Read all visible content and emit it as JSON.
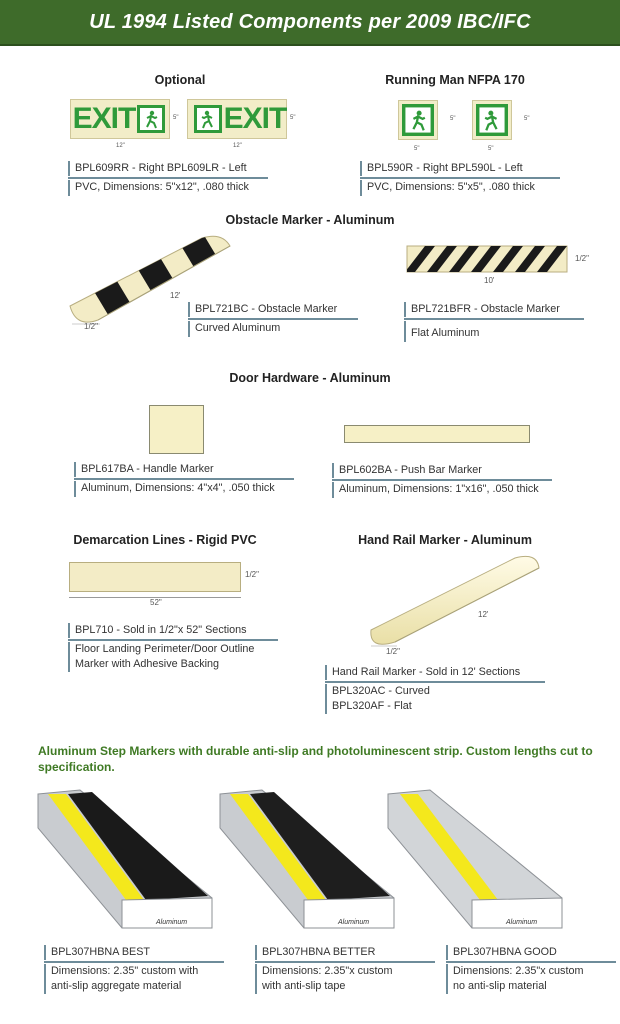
{
  "banner": {
    "title": "UL 1994 Listed Components per 2009 IBC/IFC"
  },
  "sections": {
    "optional": {
      "title": "Optional",
      "sign_text": "EXIT",
      "dim_w": "12\"",
      "dim_h": "5\"",
      "line1": "BPL609RR - Right   BPL609LR - Left",
      "line2": "PVC, Dimensions: 5\"x12\", .080 thick"
    },
    "running_man": {
      "title": "Running Man NFPA 170",
      "dim": "5\"",
      "line1": "BPL590R - Right     BPL590L - Left",
      "line2": "PVC, Dimensions: 5\"x5\", .080 thick"
    },
    "obstacle": {
      "title": "Obstacle Marker - Aluminum",
      "curved_len": "12'",
      "curved_w": "1/2\"",
      "curved_l1": "BPL721BC - Obstacle Marker",
      "curved_l2": "Curved Aluminum",
      "flat_len": "10'",
      "flat_w": "1/2\"",
      "flat_l1": "BPL721BFR - Obstacle Marker",
      "flat_l2": "Flat Aluminum"
    },
    "door": {
      "title": "Door Hardware - Aluminum",
      "handle_l1": "BPL617BA - Handle Marker",
      "handle_l2": "Aluminum, Dimensions: 4\"x4\", .050 thick",
      "push_l1": "BPL602BA - Push Bar Marker",
      "push_l2": "Aluminum, Dimensions: 1\"x16\", .050 thick"
    },
    "demarcation": {
      "title": "Demarcation Lines - Rigid PVC",
      "len": "52\"",
      "w": "1/2\"",
      "l1": "BPL710 - Sold in 1/2\"x 52\" Sections",
      "l2a": "Floor Landing Perimeter/Door Outline",
      "l2b": "Marker with Adhesive Backing"
    },
    "handrail": {
      "title": "Hand Rail Marker - Aluminum",
      "len": "12'",
      "w": "1/2\"",
      "l1": "Hand Rail Marker - Sold in 12' Sections",
      "l2a": "BPL320AC - Curved",
      "l2b": "BPL320AF - Flat"
    },
    "step": {
      "note": "Aluminum Step Markers with durable anti-slip and photoluminescent strip. Custom lengths cut to specification.",
      "brand": "Aluminum",
      "best_l1": "BPL307HBNA BEST",
      "best_l2a": "Dimensions: 2.35\" custom with",
      "best_l2b": "anti-slip aggregate material",
      "better_l1": "BPL307HBNA BETTER",
      "better_l2a": "Dimensions: 2.35\"x custom",
      "better_l2b": "with anti-slip tape",
      "good_l1": "BPL307HBNA GOOD",
      "good_l2a": "Dimensions: 2.35\"x custom",
      "good_l2b": "no anti-slip material"
    }
  },
  "colors": {
    "banner": "#3e6b2a",
    "glow": "#f2edc8",
    "exit_green": "#2f9a3a",
    "note_green": "#3f7a24",
    "stripe_black": "#1a1a1a",
    "yellow": "#f4e81c"
  }
}
